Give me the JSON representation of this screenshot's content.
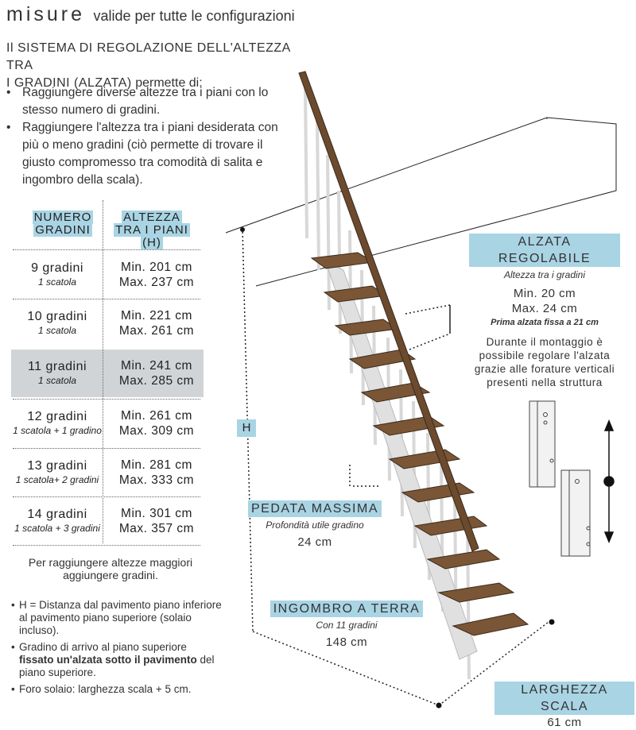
{
  "header": {
    "title": "misure",
    "subtitle": "valide per tutte le configurazioni"
  },
  "intro": {
    "line1": "Il SISTEMA DI REGOLAZIONE DELL'ALTEZZA TRA",
    "line2": "I GRADINI (ALZATA)",
    "line2_rest": " permette di:"
  },
  "bullets": [
    "Raggiungere diverse altezze tra i piani con lo stesso numero di gradini.",
    "Raggiungere l'altezza tra i piani desiderata con più o meno gradini (ciò permette di trovare il giusto compromesso tra comodità di salita e ingombro della scala)."
  ],
  "table": {
    "col1_header": "NUMERO GRADINI",
    "col2_header": "ALTEZZA TRA I PIANI (H)",
    "rows": [
      {
        "n": "9 gradini",
        "sub": "1 scatola",
        "min": "Min. 201 cm",
        "max": "Max. 237 cm"
      },
      {
        "n": "10 gradini",
        "sub": "1 scatola",
        "min": "Min. 221 cm",
        "max": "Max. 261 cm"
      },
      {
        "n": "11 gradini",
        "sub": "1 scatola",
        "min": "Min. 241 cm",
        "max": "Max. 285 cm"
      },
      {
        "n": "12 gradini",
        "sub": "1 scatola + 1 gradino",
        "min": "Min. 261 cm",
        "max": "Max. 309 cm"
      },
      {
        "n": "13 gradini",
        "sub": "1 scatola+ 2 gradini",
        "min": "Min. 281 cm",
        "max": "Max. 333 cm"
      },
      {
        "n": "14 gradini",
        "sub": "1 scatola + 3 gradini",
        "min": "Min. 301 cm",
        "max": "Max. 357 cm"
      }
    ],
    "highlight_color": "#d0d4d6"
  },
  "note": "Per raggiungere altezze maggiori aggiungere gradini.",
  "footnotes": {
    "f1": "H = Distanza dal pavimento piano inferiore al pavimento piano superiore (solaio incluso).",
    "f2_pre": "Gradino di arrivo al piano superiore ",
    "f2_bold": "fissato un'alzata sotto il pavimento",
    "f2_post": " del piano superiore.",
    "f3": "Foro solaio: larghezza scala + 5 cm."
  },
  "alzata": {
    "label": "ALZATA REGOLABILE",
    "sub": "Altezza tra i gradini",
    "min": "Min. 20 cm",
    "max": "Max. 24 cm",
    "fixed": "Prima alzata fissa a 21 cm",
    "desc": "Durante il montaggio è possibile regolare l'alzata grazie alle forature verticali presenti nella struttura"
  },
  "h_label": "H",
  "pedata": {
    "label": "PEDATA MASSIMA",
    "sub": "Profondità utile gradino",
    "val": "24 cm"
  },
  "ingombro": {
    "label": "INGOMBRO A TERRA",
    "sub": "Con 11 gradini",
    "val": "148 cm"
  },
  "larghezza": {
    "label": "LARGHEZZA SCALA",
    "val": "61 cm"
  },
  "colors": {
    "accent": "#a9d4e4",
    "wood": "#6b4a2e",
    "metal": "#d8d8d8"
  }
}
